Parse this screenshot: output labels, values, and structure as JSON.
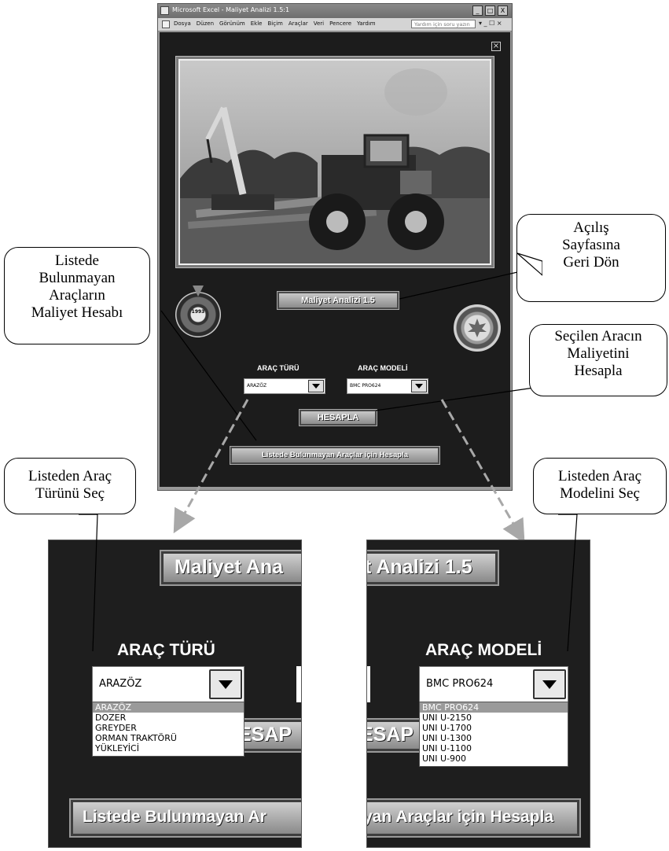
{
  "excel": {
    "title": "Microsoft Excel - Maliyet Analizi 1.5:1",
    "window_buttons": [
      "_",
      "□",
      "X"
    ],
    "menu": [
      "Dosya",
      "Düzen",
      "Görünüm",
      "Ekle",
      "Biçim",
      "Araçlar",
      "Veri",
      "Pencere",
      "Yardım"
    ],
    "help_placeholder": "Yardım için soru yazın",
    "menu_controls": "▾ _ ☐ ×"
  },
  "form": {
    "close": "×",
    "seal_year": "1993",
    "app_button": "Maliyet Analizi 1.5",
    "arac_turu_label": "ARAÇ TÜRÜ",
    "arac_modeli_label": "ARAÇ MODELİ",
    "arac_turu_value": "ARAZÖZ",
    "arac_modeli_value": "BMC PRO624",
    "hesapla": "HESAPLA",
    "liste_button": "Listede Bulunmayan Araçlar için Hesapla"
  },
  "callouts": {
    "acilis": [
      "Açılış",
      "Sayfasına",
      "Geri Dön"
    ],
    "listede": [
      "Listede",
      "Bulunmayan",
      "Araçların",
      "Maliyet Hesabı"
    ],
    "secilen": [
      "Seçilen Aracın",
      "Maliyetini",
      "Hesapla"
    ],
    "tur_sec": [
      "Listeden Araç",
      "Türünü Seç"
    ],
    "model_sec": [
      "Listeden Araç",
      "Modelini Seç"
    ]
  },
  "zoom_left": {
    "button_fragment": "Maliyet Ana",
    "label": "ARAÇ TÜRÜ",
    "value": "ARAZÖZ",
    "options": [
      "ARAZÖZ",
      "DOZER",
      "GREYDER",
      "ORMAN TRAKTÖRÜ",
      "YÜKLEYİCİ"
    ],
    "hesapla_fragment": "ESAP",
    "liste_fragment": "Listede Bulunmayan Ar"
  },
  "zoom_right": {
    "button_fragment": "t Analizi 1.5",
    "label": "ARAÇ MODELİ",
    "value": "BMC PRO624",
    "options": [
      "BMC PRO624",
      "UNI U-2150",
      "UNI U-1700",
      "UNI U-1300",
      "UNI U-1100",
      "UNI U-900"
    ],
    "hesapla_fragment": "ESAP",
    "liste_fragment": "yan Araçlar için Hesapla"
  }
}
